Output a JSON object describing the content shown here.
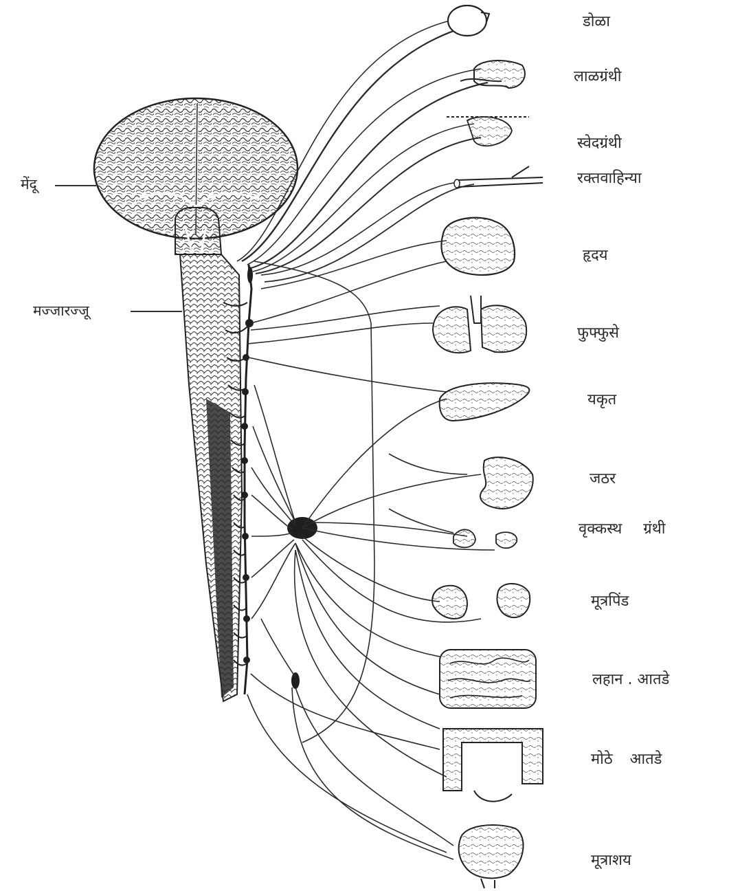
{
  "parts": {
    "brain": "मेंदू",
    "spinal_cord": "मज्जारज्जू"
  },
  "organs": [
    "डोळा",
    "लाळग्रंथी",
    "स्वेदग्रंथी",
    "रक्तवाहिन्या",
    "हृदय",
    "फुफ्फुसे",
    "यकृत",
    "जठर",
    "वृक्कस्थ ग्रंथी",
    "मूत्रपिंड",
    "लहान . आतडे",
    "मोठे आतडे",
    "मूत्राशय"
  ],
  "ink_color": "#2b2b2b"
}
